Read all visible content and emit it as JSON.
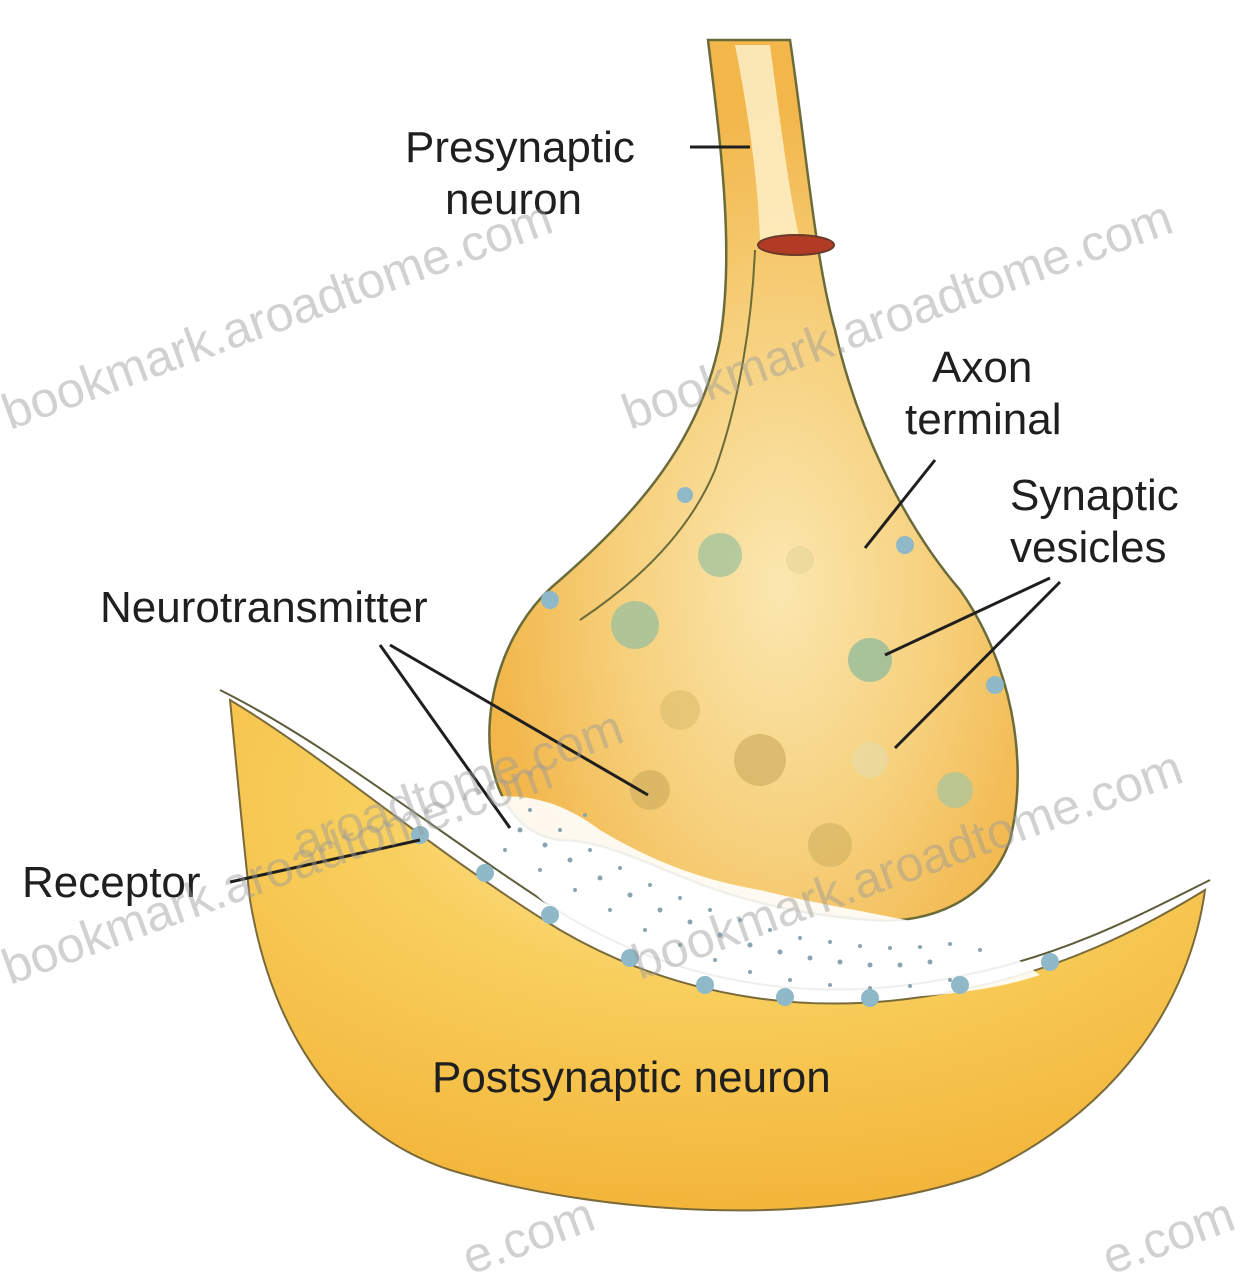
{
  "labels": {
    "presynaptic_line1": "Presynaptic",
    "presynaptic_line2": "neuron",
    "axon_line1": "Axon",
    "axon_line2": "terminal",
    "vesicles_line1": "Synaptic",
    "vesicles_line2": "vesicles",
    "neurotransmitter": "Neurotransmitter",
    "receptor": "Receptor",
    "postsynaptic": "Postsynaptic neuron"
  },
  "watermarks": {
    "w1": "bookmark.aroadtome.com",
    "w2": "bookmark.aroadtome.com",
    "w3": "bookmark.aroadtome.com",
    "w4": "bookmark.aroadtome.com",
    "w5": "aroadtome.com",
    "w6": "e.com",
    "w7": "e.com"
  },
  "colors": {
    "neuron_fill": "#f5c451",
    "neuron_light": "#fbe3a0",
    "terminal_inner": "#f7d98a",
    "vesicle": "#9fbf9a",
    "receptor": "#8fb8c8",
    "outline": "#6b6b3a"
  }
}
